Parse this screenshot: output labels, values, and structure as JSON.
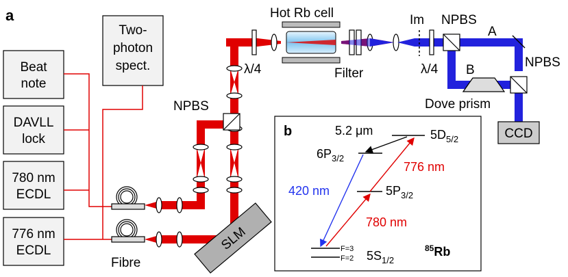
{
  "panel_a_label": "a",
  "panel_b_label": "b",
  "boxes": {
    "beat_note": [
      "Beat",
      "note"
    ],
    "davll": [
      "DAVLL",
      "lock"
    ],
    "ecdl_780": [
      "780 nm",
      "ECDL"
    ],
    "ecdl_776": [
      "776 nm",
      "ECDL"
    ],
    "two_photon": [
      "Two-",
      "photon",
      "spect."
    ],
    "ccd": "CCD",
    "slm": "SLM"
  },
  "labels": {
    "hot_rb_cell": "Hot Rb cell",
    "im": "Im",
    "npbs_top": "NPBS",
    "npbs_right": "NPBS",
    "npbs_left": "NPBS",
    "path_a": "A",
    "path_b": "B",
    "filter": "Filter",
    "lambda4_left": "λ/4",
    "lambda4_right": "λ/4",
    "dove_prism": "Dove prism",
    "fibre": "Fibre"
  },
  "levels": {
    "d52": [
      "5D",
      "5/2"
    ],
    "p32_upper": [
      "6P",
      "3/2"
    ],
    "p32_lower": [
      "5P",
      "3/2"
    ],
    "s12": [
      "5S",
      "1/2"
    ],
    "f3": "F=3",
    "f2": "F=2",
    "isotope_sup": "85",
    "isotope": "Rb"
  },
  "transitions": {
    "t52um": "5.2 μm",
    "t776": "776 nm",
    "t420": "420 nm",
    "t780": "780 nm"
  },
  "colors": {
    "red_beam": "#e00000",
    "blue_beam": "#2222dd",
    "fiber_line": "#e00000",
    "arrow_blue": "#2233ee",
    "arrow_red": "#e00000",
    "box_fill": "#f2f2f2",
    "ccd_fill": "#cccccc",
    "slm_fill": "#b0b0b0"
  }
}
